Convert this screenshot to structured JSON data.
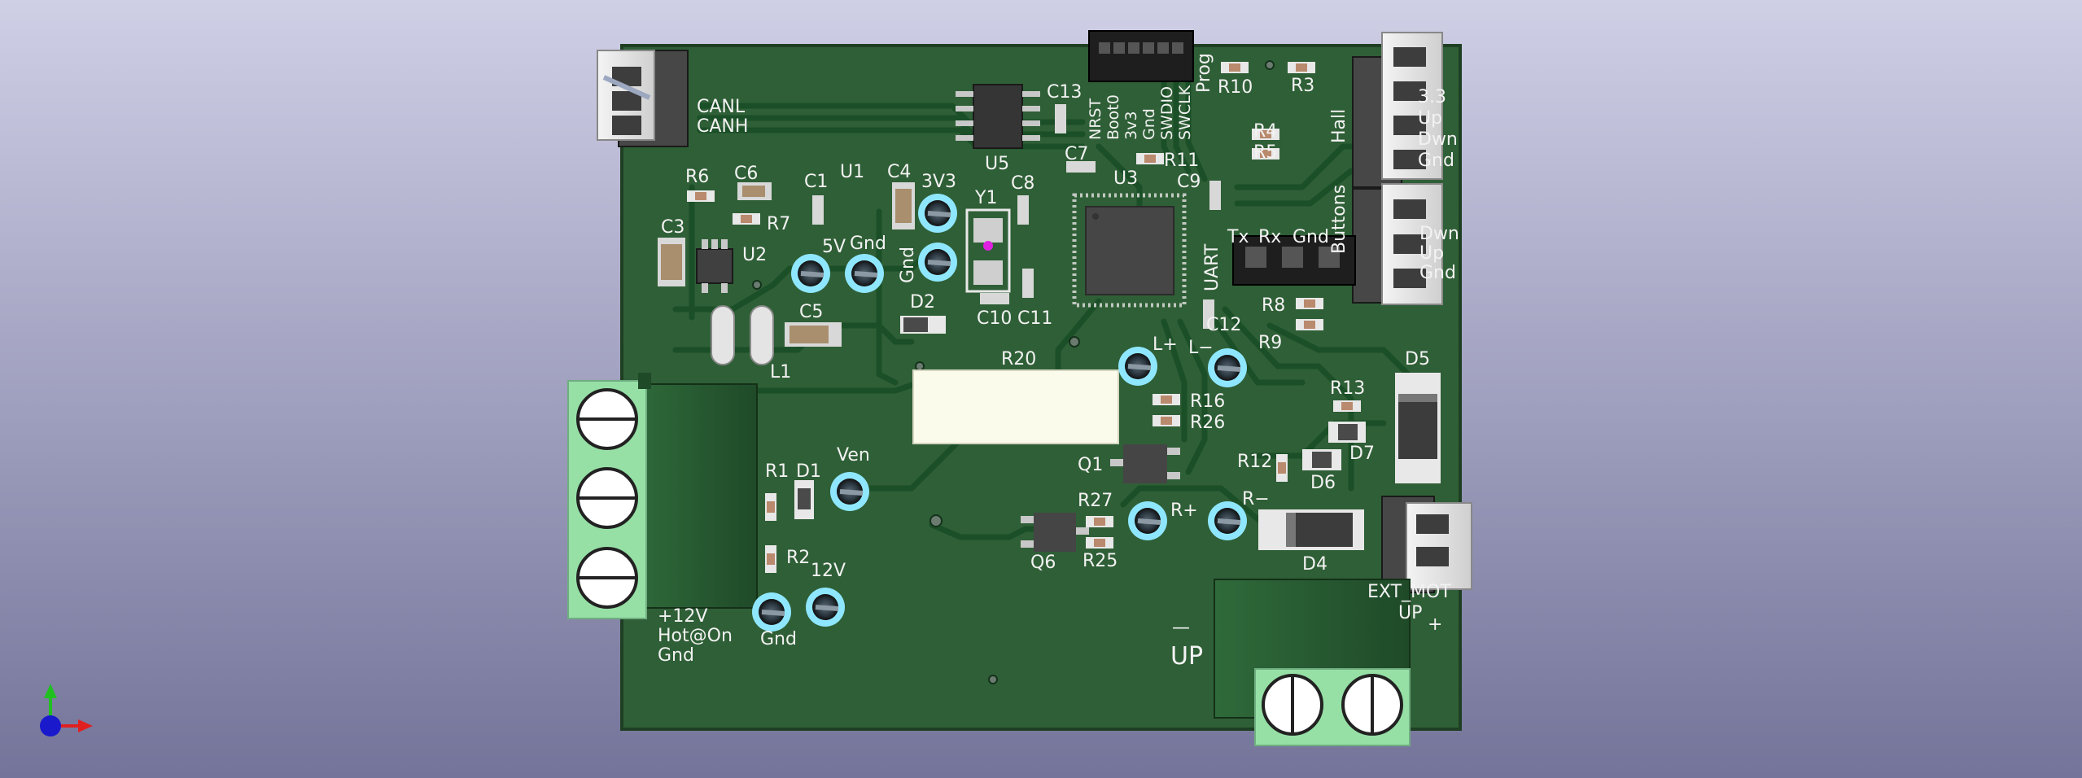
{
  "board": {
    "colors": {
      "substrate": "#2f5f36",
      "edge": "#1f3f24",
      "trace": "#1b4f27",
      "silk": "#f2f2f2",
      "terminal_block": "#96e0a6",
      "pin_pad": "#8fe7ff"
    },
    "refs": {
      "R1": "R1",
      "R2": "R2",
      "R3": "R3",
      "R4": "R4",
      "R5": "R5",
      "R6": "R6",
      "R7": "R7",
      "R8": "R8",
      "R9": "R9",
      "R10": "R10",
      "R11": "R11",
      "R12": "R12",
      "R13": "R13",
      "R16": "R16",
      "R20": "R20",
      "R25": "R25",
      "R26": "R26",
      "R27": "R27",
      "C1": "C1",
      "C3": "C3",
      "C4": "C4",
      "C5": "C5",
      "C6": "C6",
      "C7": "C7",
      "C8": "C8",
      "C9": "C9",
      "C10": "C10",
      "C11": "C11",
      "C12": "C12",
      "C13": "C13",
      "U1": "U1",
      "U2": "U2",
      "U3": "U3",
      "U5": "U5",
      "D1": "D1",
      "D2": "D2",
      "D4": "D4",
      "D5": "D5",
      "D6": "D6",
      "D7": "D7",
      "Q1": "Q1",
      "Q6": "Q6",
      "L1": "L1",
      "Y1": "Y1"
    },
    "net_labels": {
      "canl": "CANL",
      "canh": "CANH",
      "v3v3": "3V3",
      "v5": "5V",
      "gnd_a": "Gnd",
      "gnd_b": "Gnd",
      "gnd_c": "Gnd",
      "ven": "Ven",
      "v12": "12V",
      "l_plus": "L+",
      "l_minus": "L−",
      "r_plus": "R+",
      "r_minus": "R−",
      "tx": "Tx",
      "rx": "Rx",
      "uart_gnd": "Gnd",
      "uart": "UART",
      "prog": "Prog",
      "prog_pins": [
        "NRST",
        "Boot0",
        "3v3",
        "Gnd",
        "SWDIO",
        "SWCLK"
      ],
      "hall": "Hall",
      "hall_pins": [
        "3.3",
        "Up",
        "Dwn",
        "Gnd"
      ],
      "buttons": "Buttons",
      "buttons_pins": [
        "Dwn",
        "Up",
        "Gnd"
      ],
      "power_pins": [
        "+12V",
        "Hot@On",
        "Gnd"
      ],
      "ext_mot": "EXT_MOT",
      "up_small": "UP",
      "up_big": "UP",
      "minus": "—",
      "plus": "+"
    },
    "axis_icon": "xyz-axis-icon"
  }
}
